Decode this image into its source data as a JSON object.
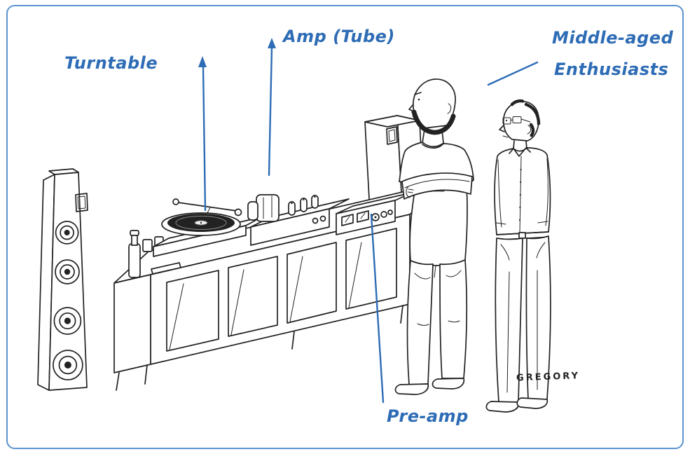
{
  "annotations": {
    "turntable": "Turntable",
    "amp": "Amp (Tube)",
    "enthusiasts_line1": "Middle-aged",
    "enthusiasts_line2": "Enthusiasts",
    "preamp": "Pre-amp"
  },
  "scene": {
    "signature": "GREGORY"
  },
  "colors": {
    "annotation_blue": "#2e6cb5",
    "border_blue": "#5b93cf",
    "ink": "#222222",
    "background": "#ffffff"
  }
}
